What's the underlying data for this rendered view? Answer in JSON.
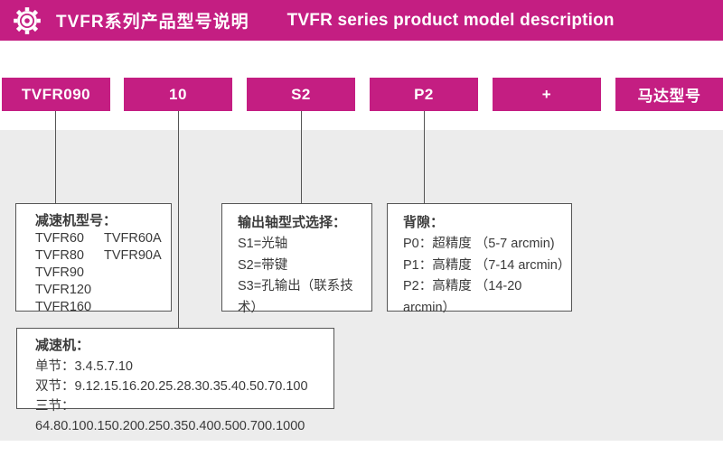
{
  "colors": {
    "accent": "#c41e82",
    "panel_bg": "#ececec",
    "line": "#555555"
  },
  "header": {
    "title_zh": "TVFR系列产品型号说明",
    "title_en": "TVFR series product model description"
  },
  "model_code": {
    "segments": [
      {
        "label": "TVFR090"
      },
      {
        "label": "10"
      },
      {
        "label": "S2"
      },
      {
        "label": "P2"
      },
      {
        "label": "+"
      },
      {
        "label": "马达型号"
      }
    ]
  },
  "callouts": {
    "gearbox_model": {
      "title": "减速机型号：",
      "col1": [
        "TVFR60",
        "TVFR80",
        "TVFR90",
        "TVFR120",
        "TVFR160"
      ],
      "col2": [
        "TVFR60A",
        "TVFR90A"
      ]
    },
    "output_shaft": {
      "title": "输出轴型式选择：",
      "items": [
        "S1=光轴",
        "S2=带键",
        "S3=孔输出（联系技术）"
      ]
    },
    "backlash": {
      "title": "背隙：",
      "items": [
        "P0：超精度 （5-7 arcmin)",
        "P1：高精度 （7-14 arcmin）",
        "P2：高精度 （14-20 arcmin）"
      ]
    },
    "ratio": {
      "title": "减速机：",
      "items": [
        "单节：3.4.5.7.10",
        "双节：9.12.15.16.20.25.28.30.35.40.50.70.100",
        "三节：64.80.100.150.200.250.350.400.500.700.1000"
      ]
    }
  }
}
